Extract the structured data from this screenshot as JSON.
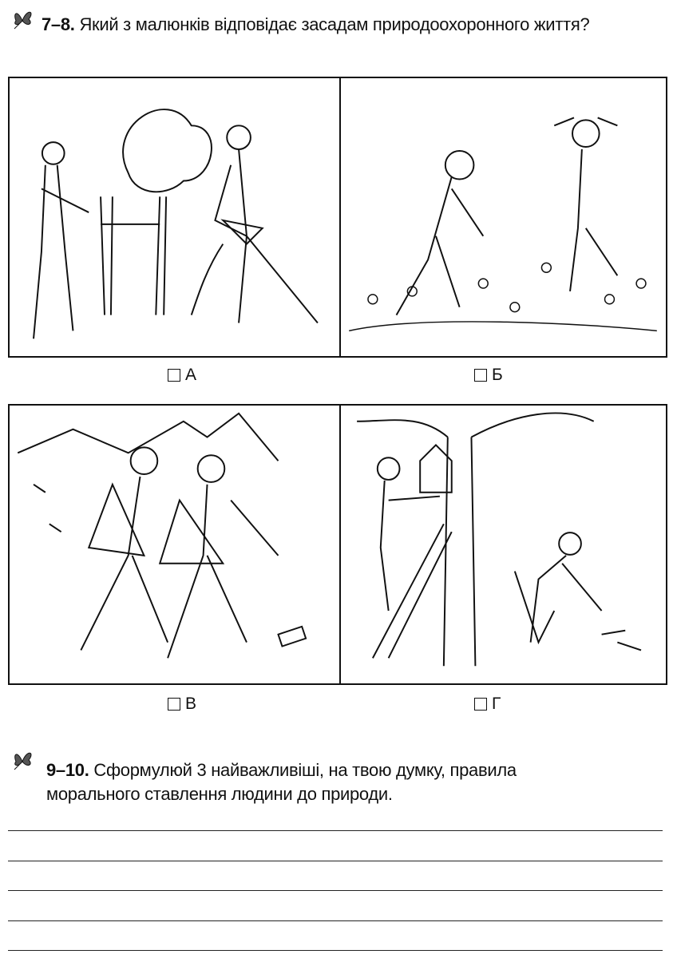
{
  "task1": {
    "number": "7–8.",
    "question": "Який з малюнків відповідає засадам природоохоронного життя?",
    "icon": "butterfly-icon",
    "options": [
      {
        "label": "А",
        "checked": false
      },
      {
        "label": "Б",
        "checked": false
      },
      {
        "label": "В",
        "checked": false
      },
      {
        "label": "Г",
        "checked": false
      }
    ]
  },
  "task2": {
    "number": "9–10.",
    "question_line1": "Сформулюй 3 найважливіші, на твою думку, правила",
    "question_line2": "морального ставлення людини до природи.",
    "icon": "butterfly-icon",
    "answer_lines": [
      "",
      "",
      "",
      "",
      ""
    ]
  }
}
